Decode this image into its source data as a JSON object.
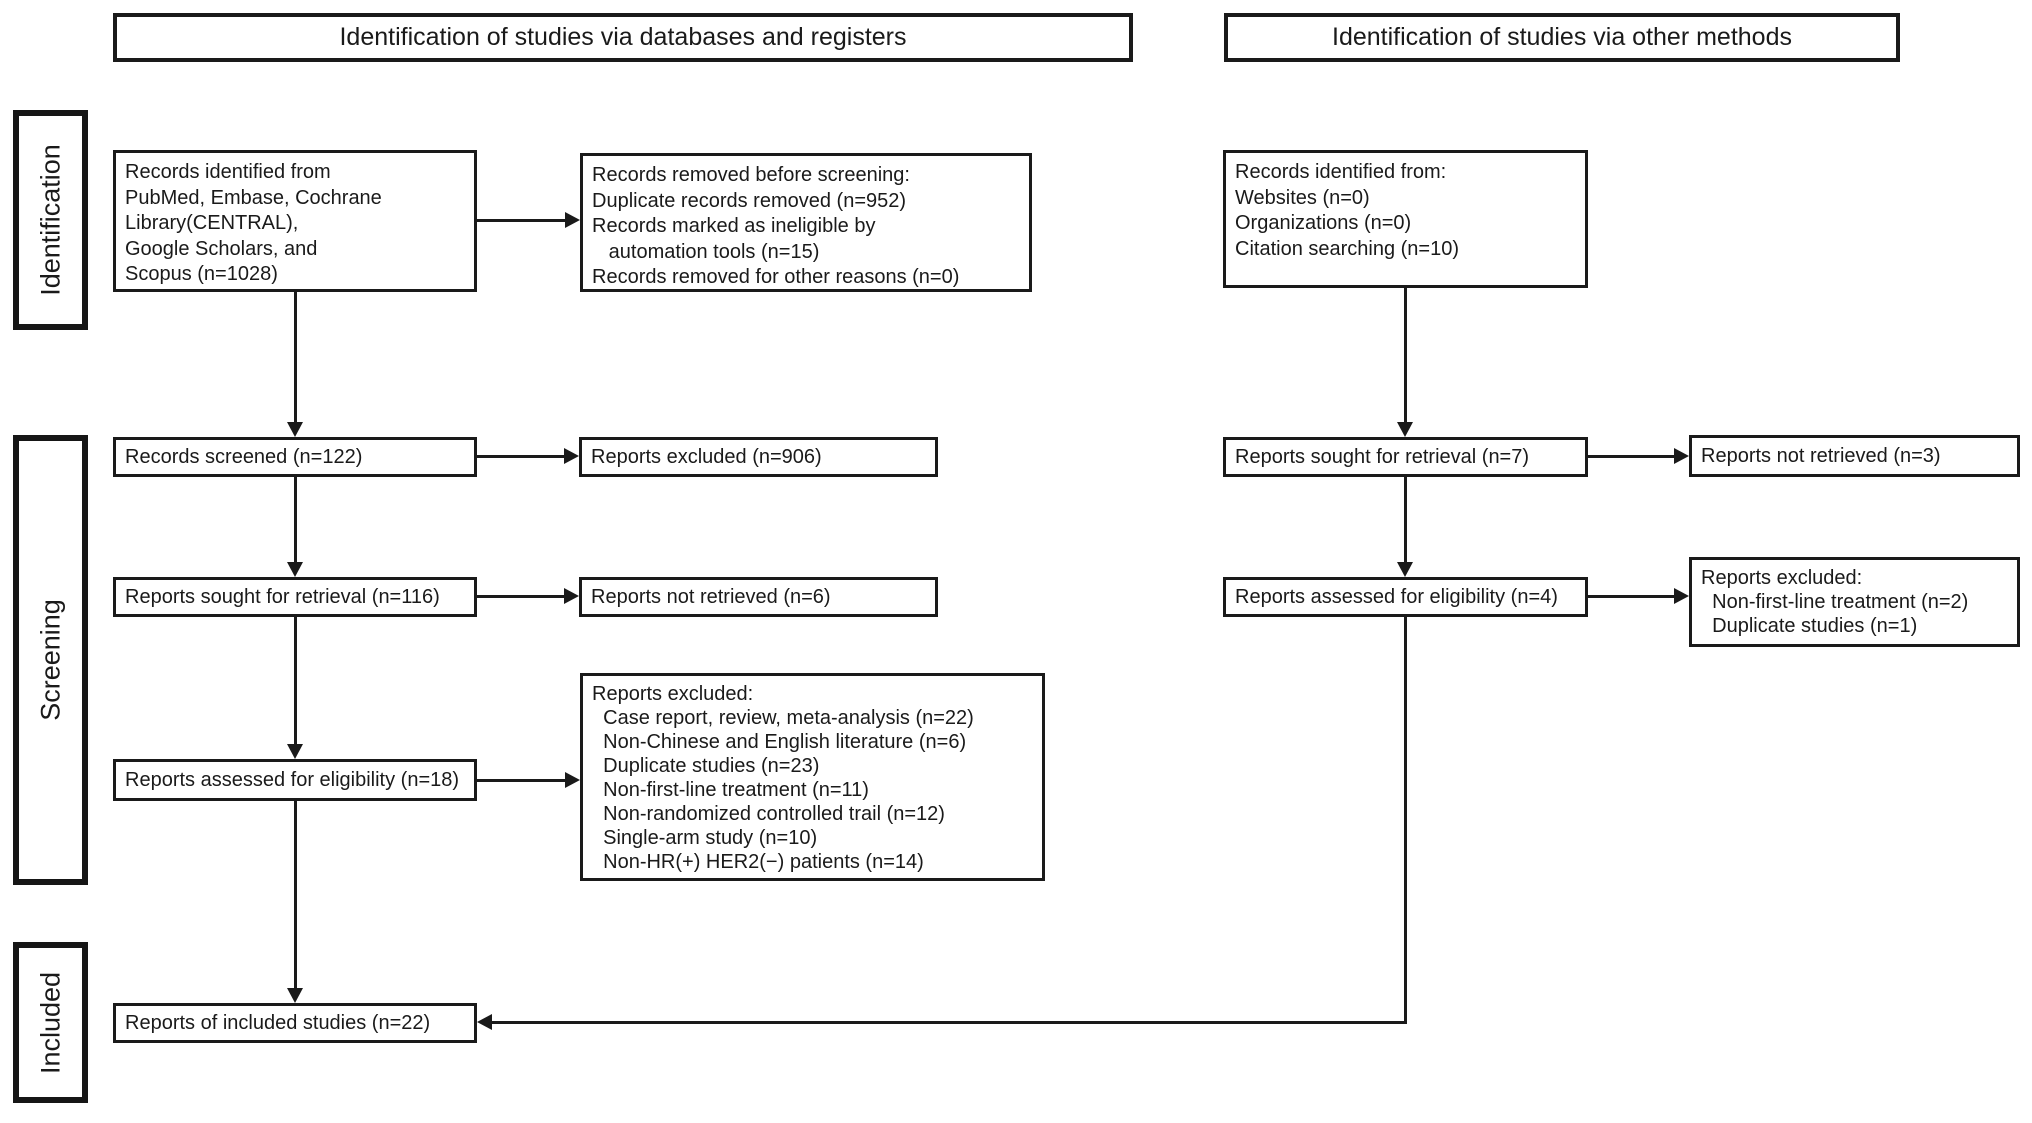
{
  "headers": {
    "databases": "Identification of studies via databases and registers",
    "other_methods": "Identification of studies via other methods"
  },
  "stage_labels": {
    "identification": "Identification",
    "screening": "Screening",
    "included": "Included"
  },
  "databases_flow": {
    "records_identified": "Records identified from\nPubMed, Embase, Cochrane\nLibrary(CENTRAL),\nGoogle Scholars, and\nScopus (n=1028)",
    "records_removed": "Records removed before screening:\nDuplicate records removed (n=952)\nRecords marked as ineligible by\n   automation tools (n=15)\nRecords removed for other reasons (n=0)",
    "records_screened": "Records screened (n=122)",
    "reports_excluded": "Reports excluded (n=906)",
    "reports_sought": "Reports sought for retrieval (n=116)",
    "reports_not_retrieved": "Reports not retrieved (n=6)",
    "reports_assessed": "Reports assessed for eligibility (n=18)",
    "reports_excluded_reasons": "Reports excluded:\n  Case report, review, meta-analysis (n=22)\n  Non-Chinese and English literature (n=6)\n  Duplicate studies (n=23)\n  Non-first-line treatment (n=11)\n  Non-randomized controlled trail (n=12)\n  Single-arm study (n=10)\n  Non-HR(+) HER2(−) patients (n=14)",
    "included_studies": "Reports of included studies (n=22)"
  },
  "other_methods_flow": {
    "records_identified": "Records identified from:\nWebsites (n=0)\nOrganizations (n=0)\nCitation searching (n=10)",
    "reports_sought": "Reports sought for retrieval (n=7)",
    "reports_not_retrieved": "Reports not retrieved (n=3)",
    "reports_assessed": "Reports assessed for eligibility (n=4)",
    "reports_excluded_reasons": "Reports excluded:\n  Non-first-line treatment (n=2)\n  Duplicate studies (n=1)"
  },
  "colors": {
    "ink": "#1a1a1a",
    "background": "#ffffff"
  }
}
